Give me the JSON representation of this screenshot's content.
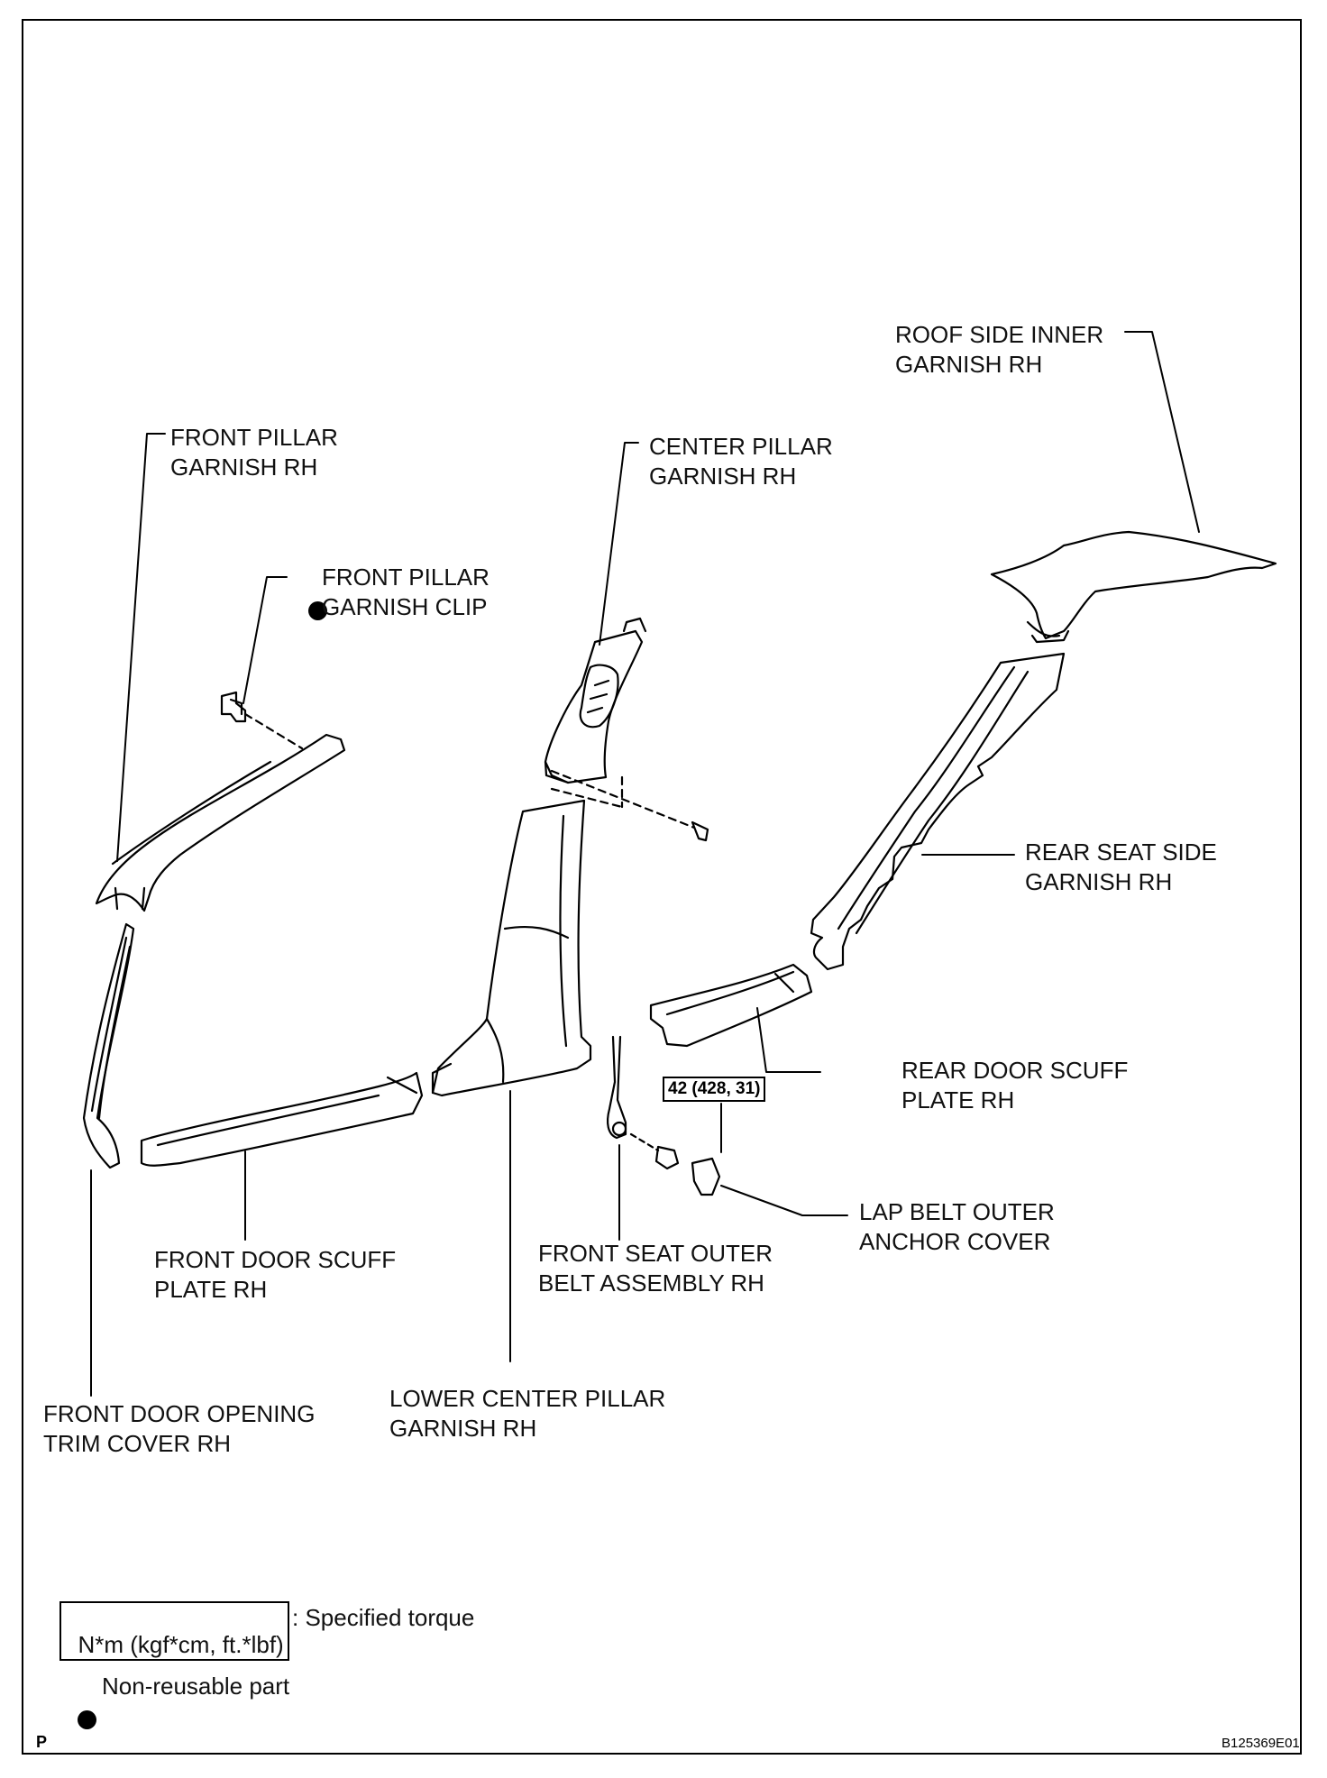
{
  "labels": {
    "roof_side_inner_garnish": "ROOF SIDE INNER\nGARNISH RH",
    "front_pillar_garnish": "FRONT PILLAR\nGARNISH RH",
    "center_pillar_garnish": "CENTER PILLAR\nGARNISH RH",
    "front_pillar_garnish_clip": "FRONT PILLAR\nGARNISH CLIP",
    "rear_seat_side_garnish": "REAR SEAT SIDE\nGARNISH RH",
    "rear_door_scuff_plate": "REAR DOOR SCUFF\nPLATE RH",
    "lap_belt_outer_anchor_cover": "LAP BELT OUTER\nANCHOR COVER",
    "front_door_scuff_plate": "FRONT DOOR SCUFF\nPLATE RH",
    "front_seat_outer_belt": "FRONT SEAT OUTER\nBELT ASSEMBLY RH",
    "front_door_opening_trim": "FRONT DOOR OPENING\nTRIM COVER RH",
    "lower_center_pillar_garnish": "LOWER CENTER PILLAR\nGARNISH RH"
  },
  "torque_value": "42 (428, 31)",
  "legend": {
    "torque_units": "N*m (kgf*cm, ft.*lbf)",
    "torque_desc": ": Specified torque",
    "non_reusable": "Non-reusable part"
  },
  "footer": {
    "section_letter": "P",
    "figure_code": "B125369E01"
  }
}
